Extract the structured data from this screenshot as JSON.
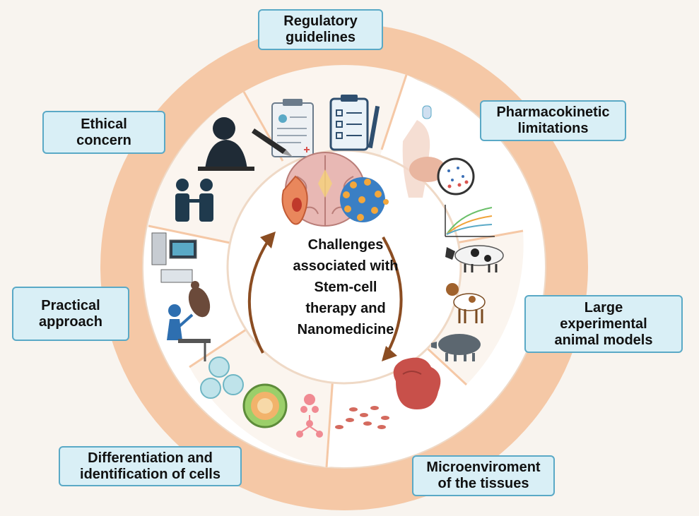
{
  "center": {
    "lines": [
      "Challenges",
      "associated with",
      "Stem-cell",
      "therapy and",
      "Nanomedicine"
    ]
  },
  "labels": [
    {
      "id": "regulatory",
      "lines": [
        "Regulatory",
        "guidelines"
      ]
    },
    {
      "id": "pharmacokinetic",
      "lines": [
        "Pharmacokinetic",
        "limitations"
      ]
    },
    {
      "id": "ethical",
      "lines": [
        "Ethical",
        "concern"
      ]
    },
    {
      "id": "practical",
      "lines": [
        "Practical",
        "approach"
      ]
    },
    {
      "id": "large-animal",
      "lines": [
        "Large",
        "experimental",
        "animal models"
      ]
    },
    {
      "id": "differentiation",
      "lines": [
        "Differentiation and",
        "identification of cells"
      ]
    },
    {
      "id": "microenvironment",
      "lines": [
        "Microenviroment",
        "of the tissues"
      ]
    }
  ],
  "colors": {
    "outer_ring": "#f5c8a6",
    "inner_band": "#ffffff",
    "inner_disc": "#ffffff",
    "box_fill": "#d9eff6",
    "box_border": "#5aa9c6",
    "arrow": "#8b4d22",
    "silhouette": "#1f3a4d"
  },
  "icons": [
    "clipboard-icon",
    "pen-icon",
    "checklist-icon",
    "digestive-system-icon",
    "pk-curve-chart-icon",
    "cow-icon",
    "dog-icon",
    "pig-icon",
    "tumor-tissue-icon",
    "cell-cluster-icon",
    "stem-cell-icon",
    "lab-workstation-icon",
    "rat-icon",
    "researcher-icon",
    "person-writing-icon",
    "two-people-icon",
    "brain-icon",
    "neuron-cell-icon",
    "nanoparticle-icon",
    "cycle-arrow-icon"
  ]
}
